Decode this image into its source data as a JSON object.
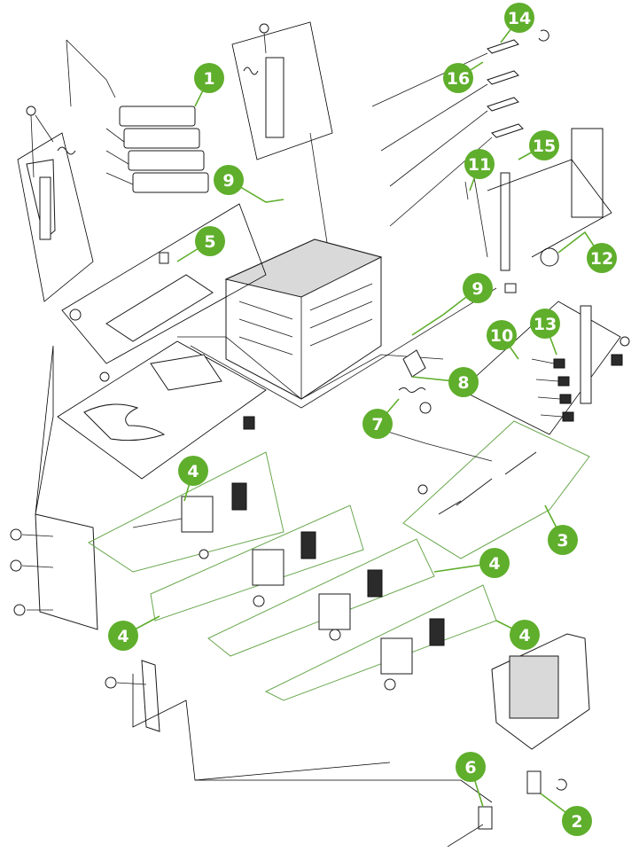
{
  "callouts": [
    {
      "label": "1"
    },
    {
      "label": "14"
    },
    {
      "label": "16"
    },
    {
      "label": "9"
    },
    {
      "label": "15"
    },
    {
      "label": "11"
    },
    {
      "label": "5"
    },
    {
      "label": "12"
    },
    {
      "label": "9"
    },
    {
      "label": "13"
    },
    {
      "label": "10"
    },
    {
      "label": "8"
    },
    {
      "label": "7"
    },
    {
      "label": "4"
    },
    {
      "label": "3"
    },
    {
      "label": "4"
    },
    {
      "label": "4"
    },
    {
      "label": "4"
    },
    {
      "label": "6"
    },
    {
      "label": "2"
    }
  ],
  "colors": {
    "callout_green": "#5fae2c",
    "outline_green": "#6aa84f",
    "line_black": "#1a1a1a"
  }
}
